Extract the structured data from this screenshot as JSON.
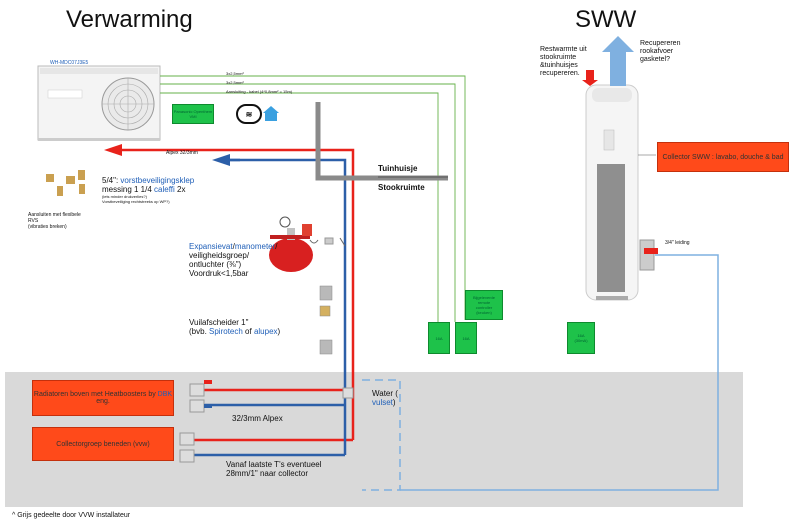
{
  "titles": {
    "heating": "Verwarming",
    "dhw": "SWW"
  },
  "heatpump": {
    "model": "WH-MDC07J3E5",
    "thermostat_label": "Panasonic Openthem VMI"
  },
  "cables": {
    "c1": "3x2,5mm²",
    "c2": "3x2,5mm²",
    "c3": "Aansluiting - kabel (4*0,8mm² = 15m)"
  },
  "pipes": {
    "alpex_top": "Alpex 32/3mm",
    "alpex_mid": "32/3mm Alpex"
  },
  "rooms": {
    "tuinhuisje": "Tuinhuisje",
    "stookruimte": "Stookruimte"
  },
  "frost_valve": {
    "line1_prefix": "5/4\": ",
    "line1_link": "vorstbeveiligingsklep",
    "line2_prefix": "messing 1 1/4 ",
    "line2_link": "caleffi",
    "line2_suffix": " 2x",
    "line3": "(iets minder drukverlies?)",
    "line4": "Vorstbeveiliging rechtstreeks op WP?)"
  },
  "flex_hose": {
    "line1": "Aansluiten met flexibele",
    "line2": "RVS",
    "line3": "(vibraties breken)"
  },
  "expansion": {
    "line1_link1": "Expansievat",
    "line1_sep": "/",
    "line1_link2": "manometer",
    "line1_end": "/",
    "line2": "veiligheidsgroep/",
    "line3": "ontluchter (⅜\")",
    "line4": "Voordruk<1,5bar"
  },
  "separator": {
    "line1": "Vuilafscheider 1\"",
    "line2_prefix": "(bvb. ",
    "line2_link1": "Spirotech",
    "line2_mid": " of ",
    "line2_link2": "alupex",
    "line2_suffix": ")"
  },
  "radiators": {
    "label_prefix": "Radiatoren boven met Heatboosters by ",
    "label_brand": "DBK",
    "label_suffix": "eng."
  },
  "collector_vvw": {
    "label": "Collectorgroep beneden (vvw)"
  },
  "water": {
    "prefix": "Water (",
    "link": "vulset",
    "suffix": ")"
  },
  "last_t": {
    "line1": "Vanaf laatste T's eventueel",
    "line2": "28mm/1\" naar collector"
  },
  "footnote": "^ Grijs gedeelte door VVW installateur",
  "dhw": {
    "residual_heat": [
      "Restwarmte uit",
      "stookruimte",
      "&tuinhuisjes",
      "recupereren."
    ],
    "flue_gas": [
      "Recupereren",
      "rookafvoer",
      "gasketel?"
    ],
    "collector_label": "Collector SWW : lavabo, douche & bad",
    "leiding": "3/4\" leiding"
  },
  "breakers": {
    "b1": "16A",
    "b2": "16A",
    "b3": "16A",
    "b3_sub": "(30mA)",
    "controller": [
      "Bijgeleverde",
      "remote",
      "controller",
      "(keuken)"
    ]
  },
  "colors": {
    "supply": "#e8221b",
    "return": "#2c5fa8",
    "cable": "#66b24a",
    "grey_zone": "#d9d9d9",
    "arrow_blue": "#7fb0e0"
  }
}
